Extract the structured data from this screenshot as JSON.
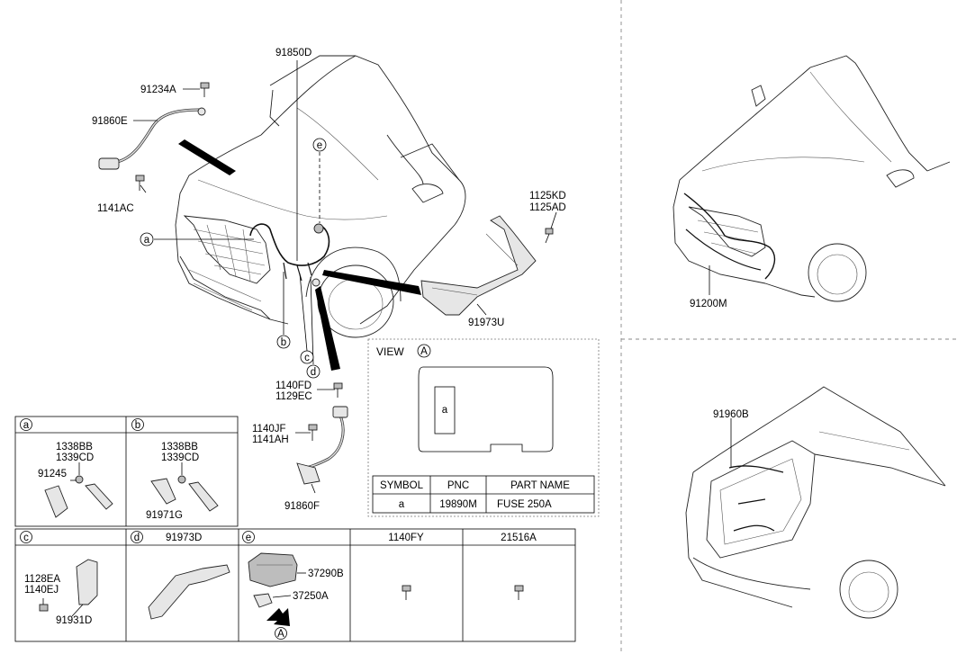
{
  "callouts": {
    "p91850D": "91850D",
    "p91234A": "91234A",
    "p91860E": "91860E",
    "p1141AC": "1141AC",
    "p1125KD": "1125KD",
    "p1125AD": "1125AD",
    "p91973U": "91973U",
    "p1140FD": "1140FD",
    "p1129EC": "1129EC",
    "p1140JF": "1140JF",
    "p1141AH": "1141AH",
    "p91860F": "91860F",
    "p91200M": "91200M",
    "p91960B": "91960B"
  },
  "markers": {
    "a": "a",
    "b": "b",
    "c": "c",
    "d": "d",
    "e": "e",
    "A": "A"
  },
  "view_box": {
    "title": "VIEW",
    "marker": "A",
    "fuse_label": "a",
    "headers": [
      "SYMBOL",
      "PNC",
      "PART NAME"
    ],
    "row": [
      "a",
      "19890M",
      "FUSE 250A"
    ]
  },
  "legend": {
    "a": {
      "key": "a",
      "labels": [
        "1338BB",
        "1339CD",
        "91245"
      ]
    },
    "b": {
      "key": "b",
      "labels": [
        "1338BB",
        "1339CD",
        "91971G"
      ]
    },
    "c": {
      "key": "c",
      "labels": [
        "1128EA",
        "1140EJ",
        "91931D"
      ]
    },
    "d": {
      "key": "d",
      "title": "91973D"
    },
    "e": {
      "key": "e",
      "labels": [
        "37290B",
        "37250A"
      ],
      "arrow_marker": "A"
    },
    "f": {
      "title": "1140FY"
    },
    "g": {
      "title": "21516A"
    }
  }
}
